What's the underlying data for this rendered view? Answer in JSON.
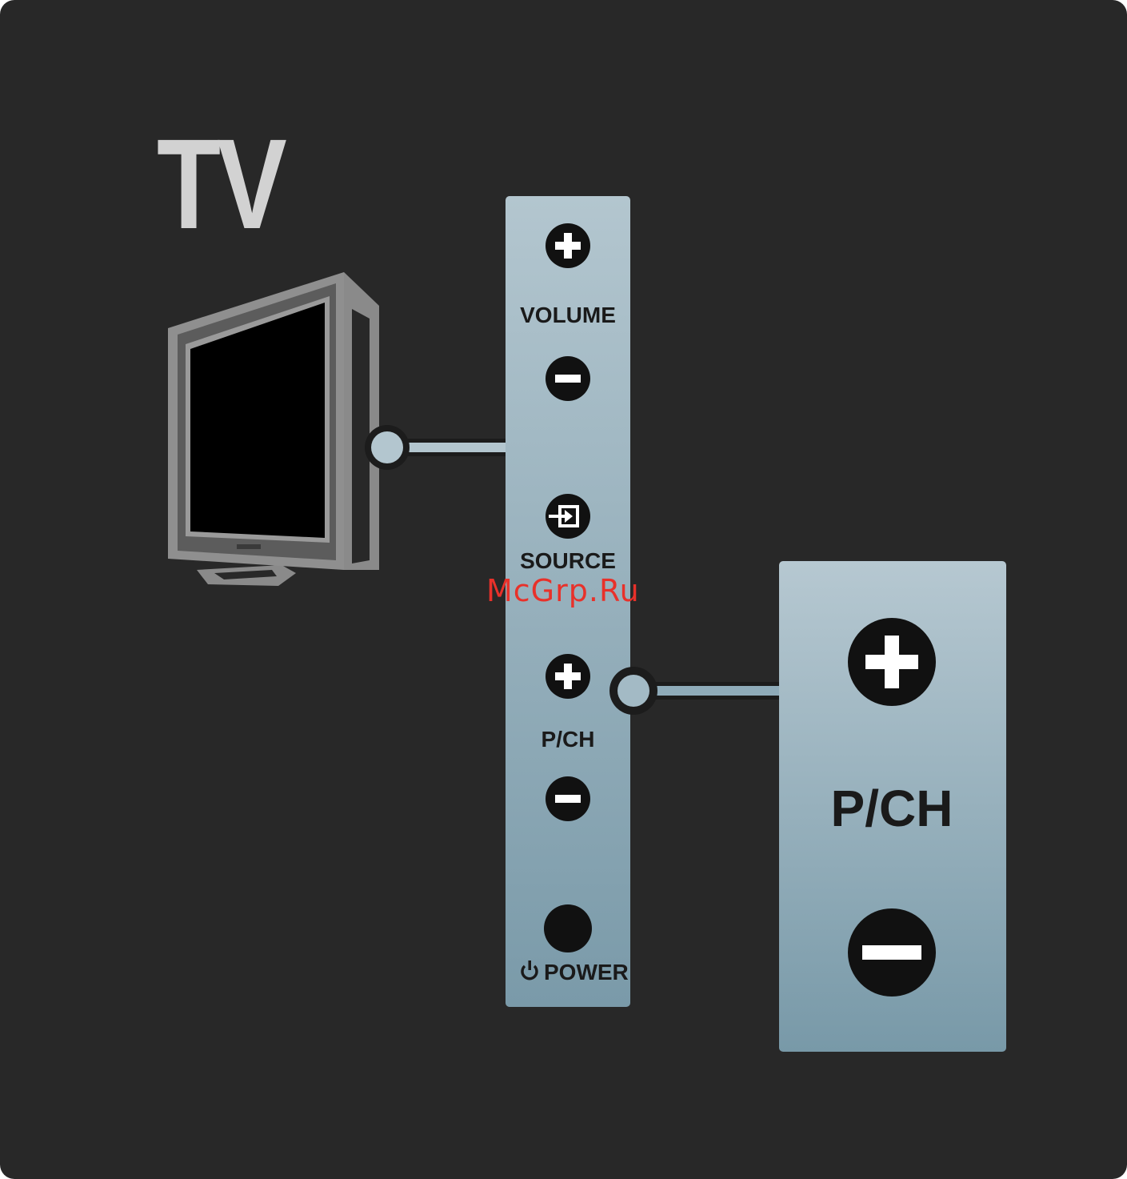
{
  "title": "TV",
  "strip": {
    "volume_label": "VOLUME",
    "source_label": "SOURCE",
    "pch_label": "P/CH",
    "power_label": "POWER"
  },
  "zoom_panel": {
    "pch_label": "P/CH"
  },
  "watermark": "McGrp.Ru",
  "icons": [
    "volume-plus-icon",
    "volume-minus-icon",
    "source-icon",
    "pch-plus-icon",
    "pch-minus-icon",
    "power-button-icon",
    "power-symbol-icon",
    "tv-icon"
  ],
  "colors": {
    "background": "#282828",
    "panel_top": "#b3c6cf",
    "panel_bottom": "#7a9aa9",
    "button": "#111111",
    "title": "#d2d2d2",
    "watermark": "#e8312a"
  }
}
